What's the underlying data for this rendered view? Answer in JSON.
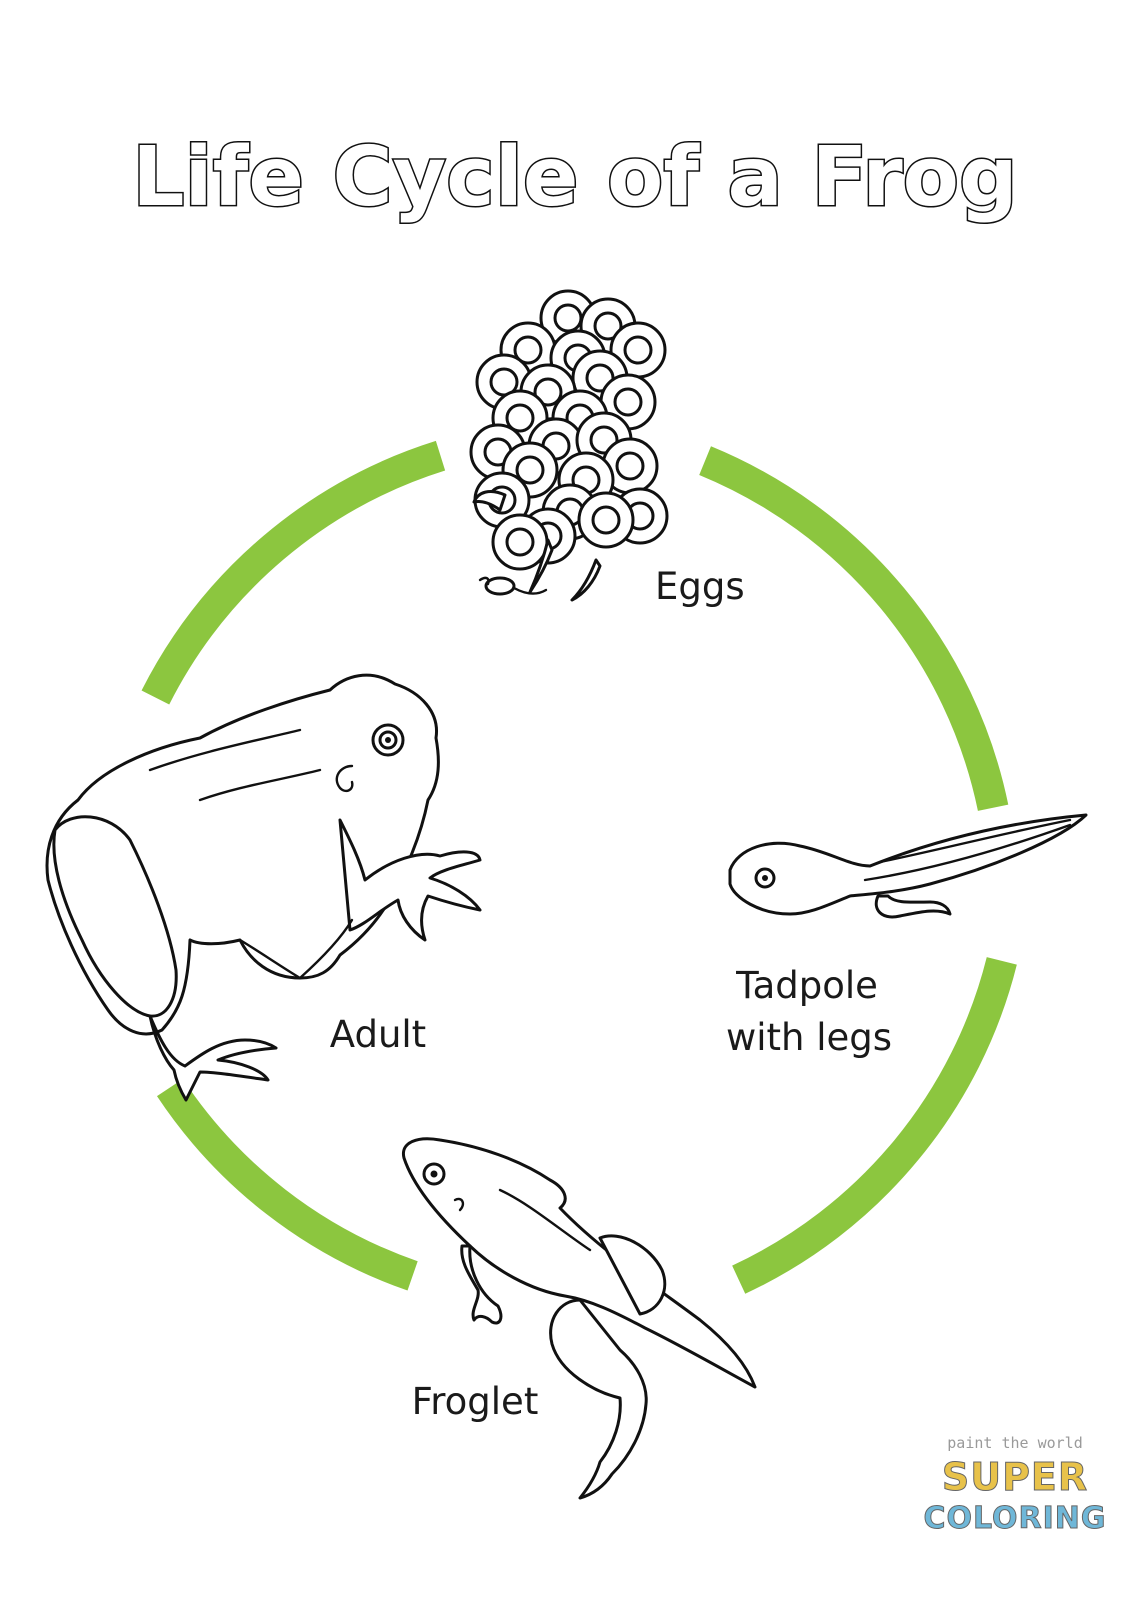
{
  "title": "Life Cycle of a Frog",
  "stages": {
    "eggs": "Eggs",
    "tadpole": [
      "Tadpole",
      "with legs"
    ],
    "froglet": "Froglet",
    "adult": "Adult"
  },
  "watermark": {
    "tagline": "paint the world",
    "word1": "SUPER",
    "word2": "COLORING"
  },
  "colors": {
    "cycle_arrows": "#8cc63f",
    "line_art": "#111111",
    "background": "#ffffff"
  }
}
